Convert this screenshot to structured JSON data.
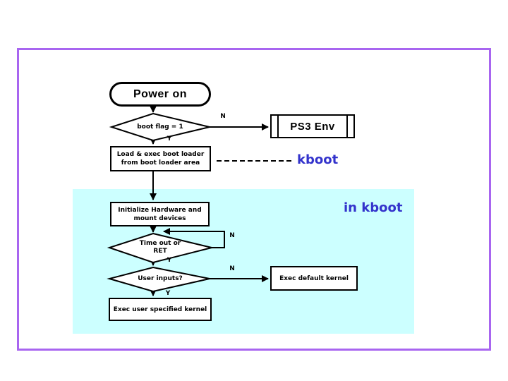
{
  "diagram": {
    "nodes": {
      "power_on": "Power on",
      "boot_flag_decision": "boot flag = 1",
      "ps3_env": "PS3 Env",
      "load_boot_loader": "Load & exec boot loader\nfrom boot loader area",
      "initialize_hardware": "Initialize Hardware and\nmount devices",
      "timeout_decision": "Time out or\nRET",
      "user_inputs_decision": "User inputs?",
      "exec_default_kernel": "Exec default kernel",
      "exec_user_kernel": "Exec user specified kernel"
    },
    "labels": {
      "kboot": "kboot",
      "in_kboot": "in kboot",
      "n_boot_flag": "N",
      "y_boot_flag": "Y",
      "n_timeout": "N",
      "y_timeout": "Y",
      "n_user_inputs": "N",
      "y_user_inputs": "Y"
    },
    "colors": {
      "outer_border": "#a865f0",
      "kboot_region": "#ccffff",
      "accent_text": "#3333cc",
      "line": "#000000"
    }
  }
}
